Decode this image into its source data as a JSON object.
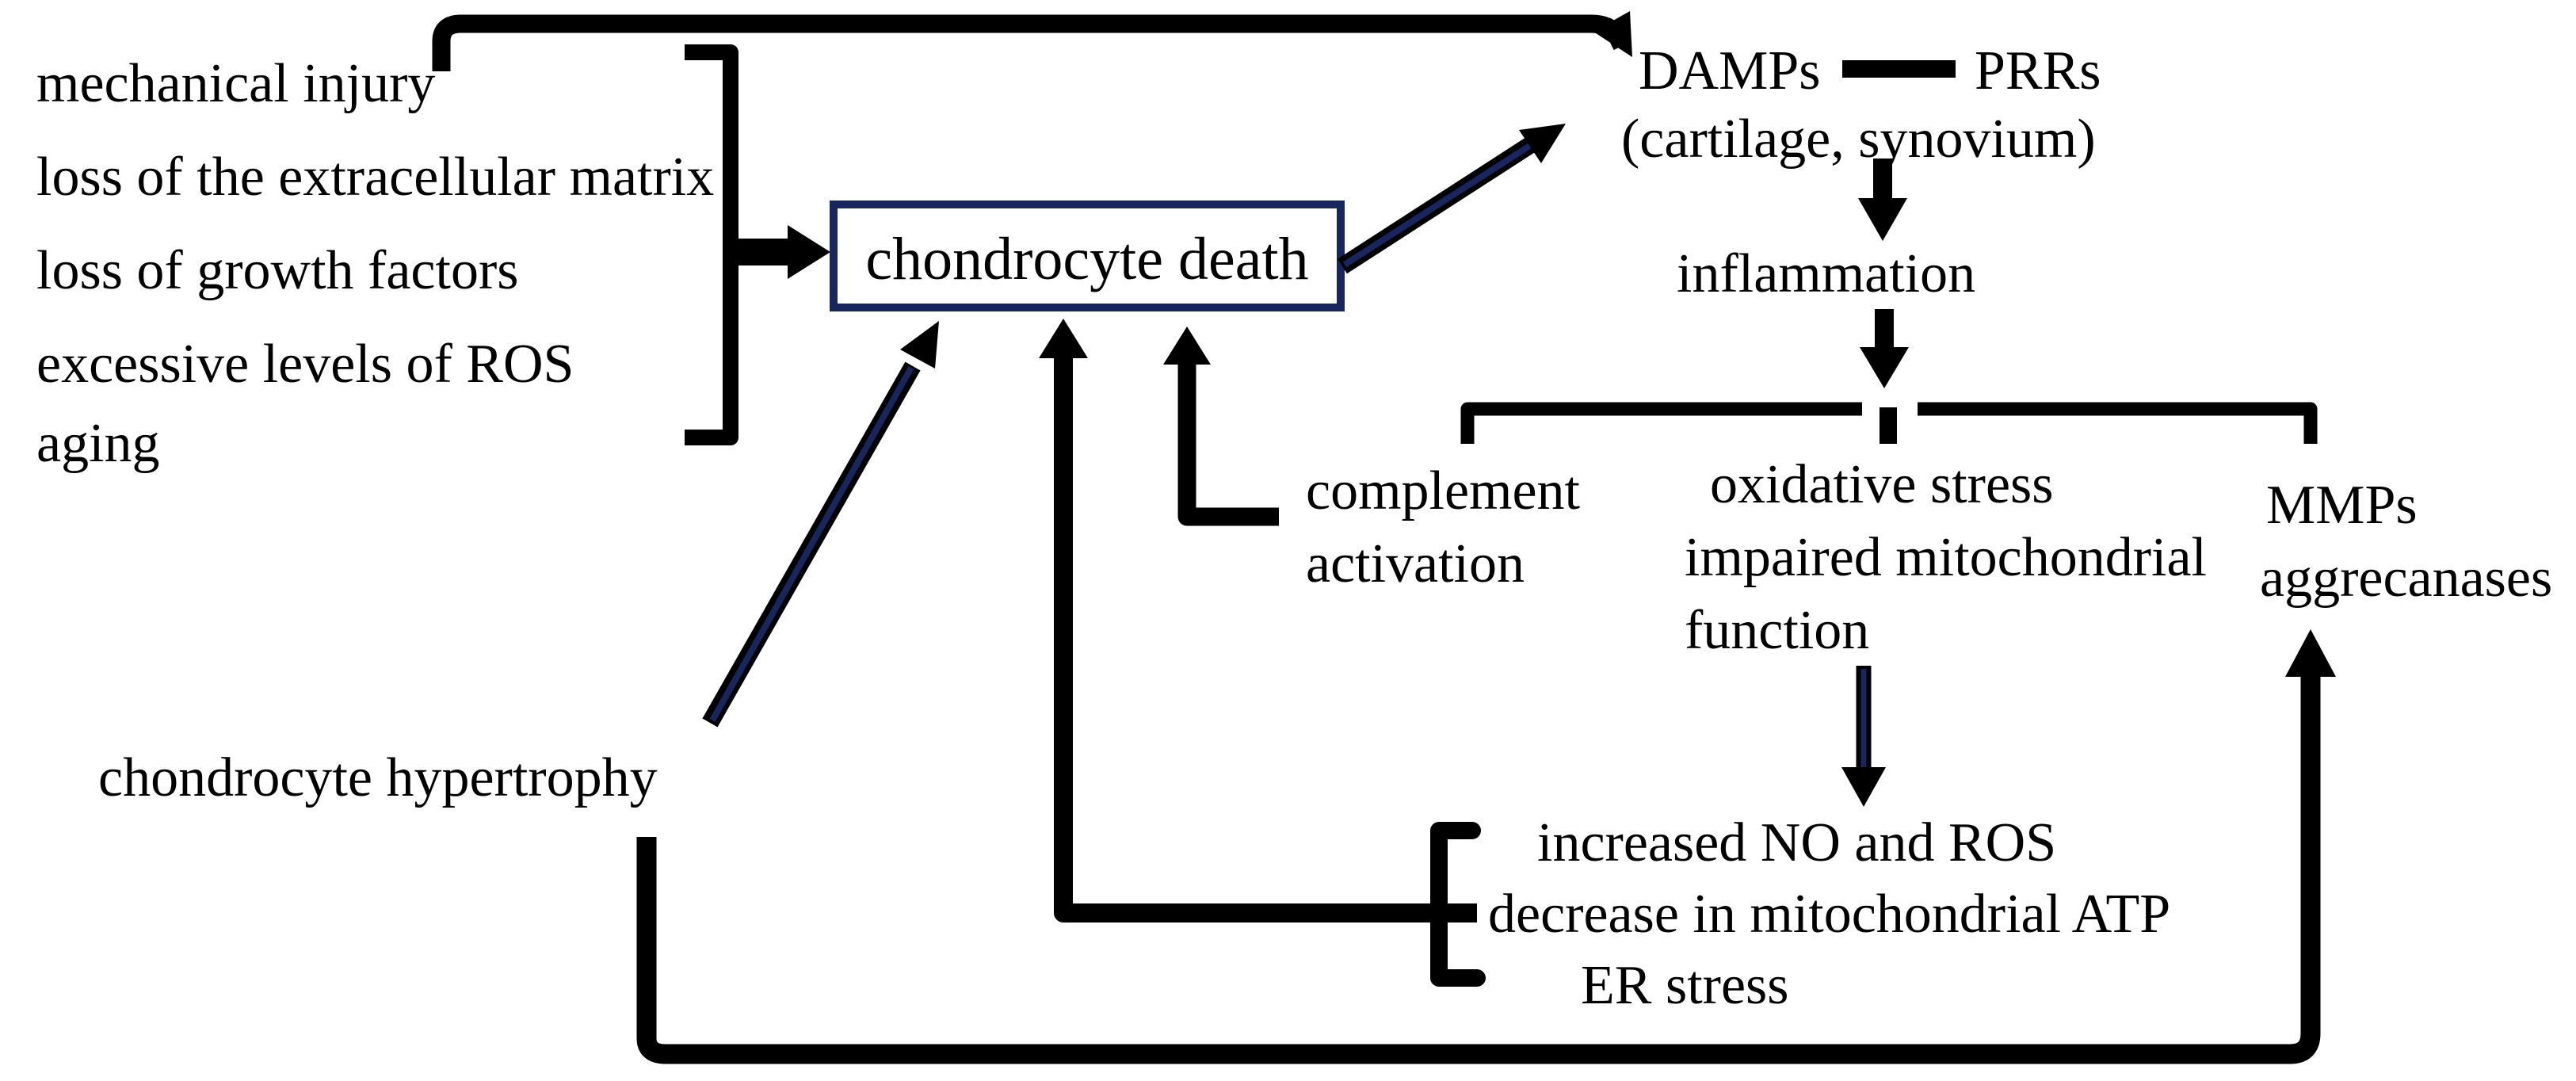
{
  "diagram_title": "chondrocyte death pathway",
  "colors": {
    "line_black": "#000000",
    "accent_navy": "#17265e",
    "box_border_navy": "#17265e",
    "background": "#ffffff"
  },
  "nodes": {
    "causes": [
      "mechanical injury",
      "loss of the extracellular matrix",
      "loss of growth factors",
      "excessive levels of ROS",
      "aging"
    ],
    "hypertrophy": "chondrocyte hypertrophy",
    "death_box": "chondrocyte death",
    "damps": "DAMPs",
    "prrs": "PRRs",
    "damps_location": "(cartilage, synovium)",
    "inflammation": "inflammation",
    "complement_line1": "complement",
    "complement_line2": "activation",
    "oxidative_line1": "oxidative stress",
    "oxidative_line2": "impaired mitochondrial",
    "oxidative_line3": "function",
    "enzymes_line1": "MMPs",
    "enzymes_line2": "aggrecanases",
    "downstream_line1": "increased NO and ROS",
    "downstream_line2": "decrease in mitochondrial ATP",
    "downstream_line3": "ER stress"
  }
}
